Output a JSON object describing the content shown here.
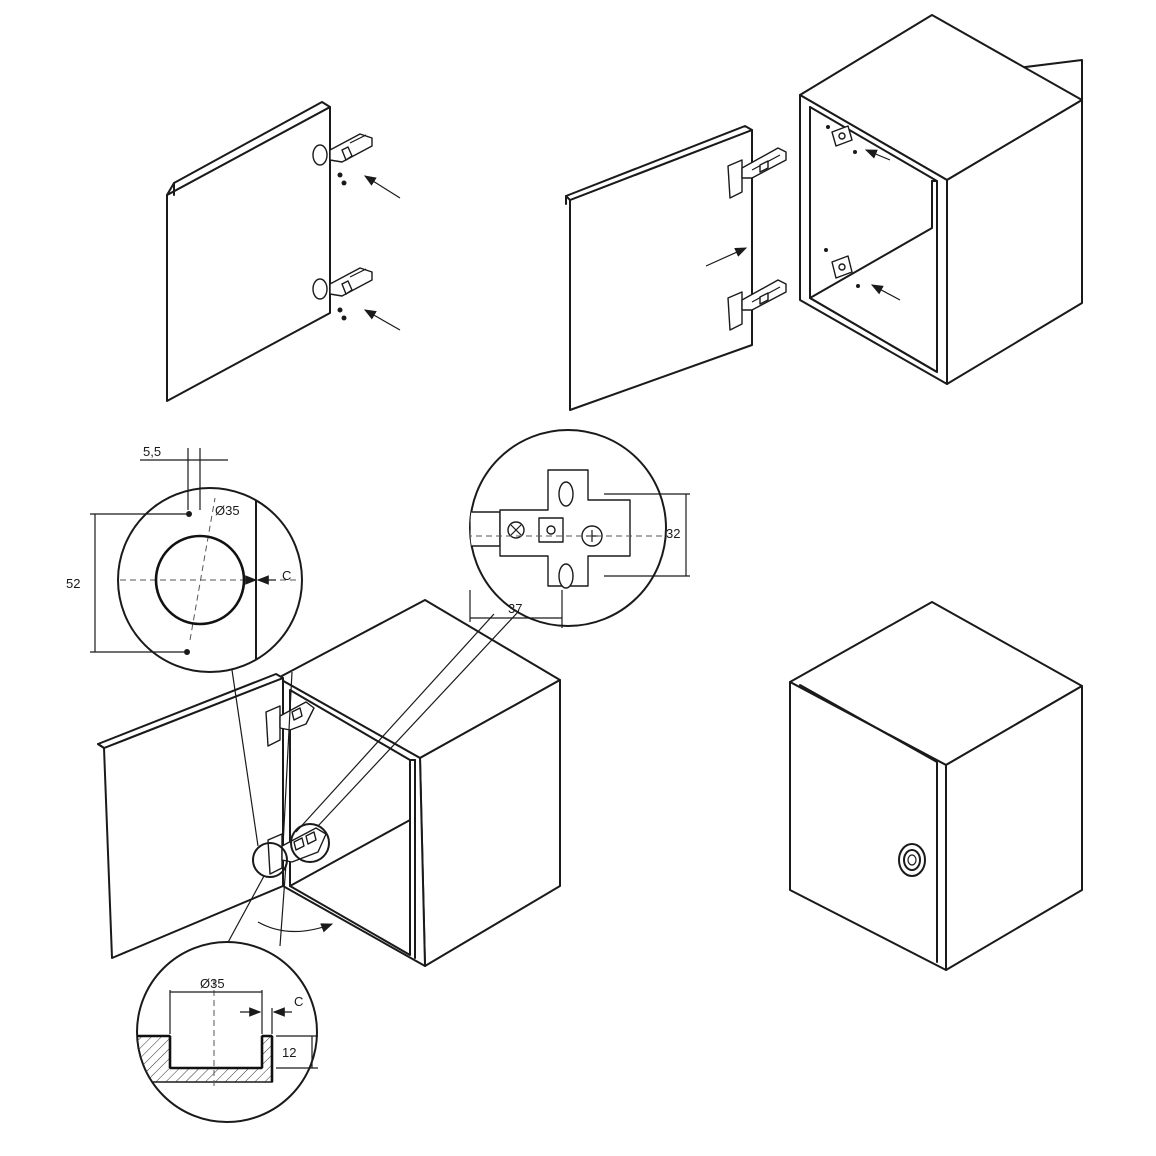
{
  "dimensions": {
    "hole_spacing_offset": "5,5",
    "cup_diameter_top": "Ø35",
    "hole_vertical_spacing": "52",
    "edge_distance_top": "C",
    "plate_height": "32",
    "plate_offset": "37",
    "cup_diameter_section": "Ø35",
    "edge_distance_section": "C",
    "cup_depth": "12"
  },
  "colors": {
    "line": "#1a1a1a",
    "background": "#ffffff"
  }
}
